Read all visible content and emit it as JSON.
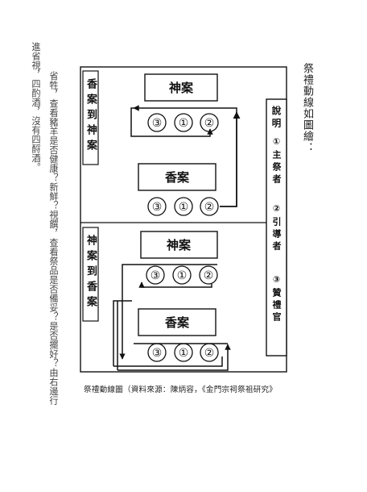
{
  "heading": "祭禮動線如圖繪：",
  "body_text": {
    "col1": "省牲，查看豬羊是否健康？新鮮？視饌，查看祭品是否備妥？是否擺好？由右邊行",
    "col2": "進省視，四酌酒，沒有四酹酒。"
  },
  "diagram": {
    "top_section": {
      "side_label": "香案到神案",
      "altar_label": "神案",
      "incense_label": "香案"
    },
    "bottom_section": {
      "side_label": "神案到香案",
      "altar_label": "神案",
      "incense_label": "香案"
    },
    "positions": [
      "③",
      "①",
      "②"
    ],
    "legend": {
      "title": "說明",
      "items": [
        "①主祭者",
        "②引導者",
        "③贊禮官"
      ]
    }
  },
  "caption": "祭禮動線圖（資料來源：陳炳容，《金門宗祠祭祖研究》"
}
